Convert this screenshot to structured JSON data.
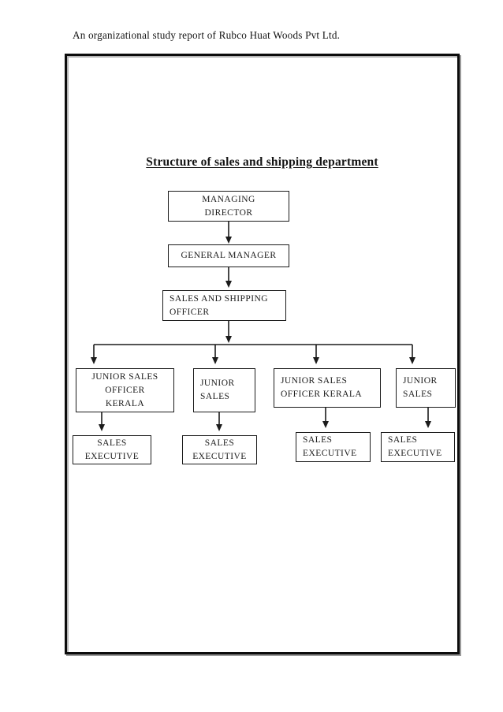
{
  "page": {
    "header": "An organizational study report of Rubco Huat Woods Pvt Ltd.",
    "title": "Structure of sales and shipping department"
  },
  "org_chart": {
    "type": "org-hierarchy-diagram",
    "nodes": {
      "managing_director": "MANAGING\nDIRECTOR",
      "general_manager": "GENERAL MANAGER",
      "sales_shipping_officer": "SALES AND SHIPPING\nOFFICER",
      "junior_sales_officer_kerala_1": "JUNIOR SALES\nOFFICER\nKERALA",
      "junior_sales_1": "JUNIOR\nSALES",
      "junior_sales_officer_kerala_2": "JUNIOR SALES\nOFFICER KERALA",
      "junior_sales_2": "JUNIOR\nSALES",
      "sales_executive_1": "SALES\nEXECUTIVE",
      "sales_executive_2": "SALES\nEXECUTIVE",
      "sales_executive_3": "SALES\nEXECUTIVE",
      "sales_executive_4": "SALES\nEXECUTIVE"
    },
    "edges": [
      [
        "managing_director",
        "general_manager"
      ],
      [
        "general_manager",
        "sales_shipping_officer"
      ],
      [
        "sales_shipping_officer",
        "junior_sales_officer_kerala_1"
      ],
      [
        "sales_shipping_officer",
        "junior_sales_1"
      ],
      [
        "sales_shipping_officer",
        "junior_sales_officer_kerala_2"
      ],
      [
        "sales_shipping_officer",
        "junior_sales_2"
      ],
      [
        "junior_sales_officer_kerala_1",
        "sales_executive_1"
      ],
      [
        "junior_sales_1",
        "sales_executive_2"
      ],
      [
        "junior_sales_officer_kerala_2",
        "sales_executive_3"
      ],
      [
        "junior_sales_2",
        "sales_executive_4"
      ]
    ]
  },
  "colors": {
    "background": "#ffffff",
    "text": "#151515",
    "box_border": "#1b1b1b",
    "connector": "#1b1b1b",
    "frame_border": "#0c0c0c",
    "frame_shadow": "#9a9a9a"
  }
}
